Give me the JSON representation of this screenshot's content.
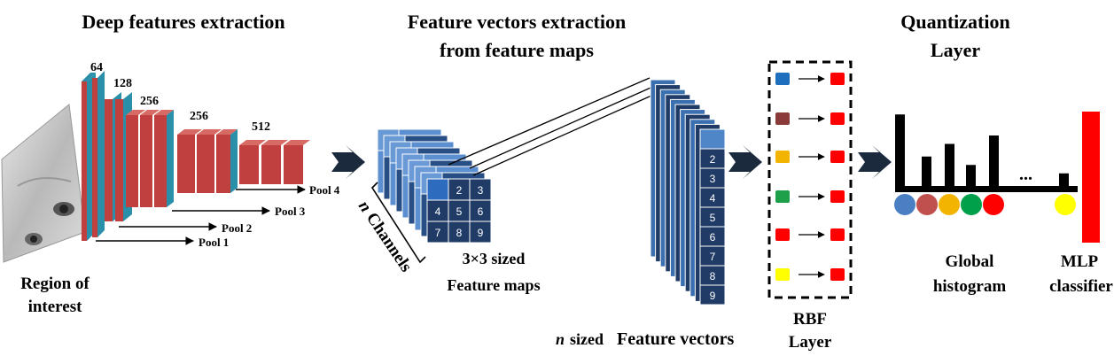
{
  "sections": {
    "deep": "Deep features extraction",
    "vectors_line1": "Feature vectors extraction",
    "vectors_line2": "from feature maps",
    "quant_line1": "Quantization",
    "quant_line2": "Layer"
  },
  "cnn": {
    "channels": [
      "64",
      "128",
      "256",
      "256",
      "512"
    ],
    "pools": [
      "Pool 1",
      "Pool 2",
      "Pool 3",
      "Pool 4"
    ],
    "roi_line1": "Region of",
    "roi_line2": "interest"
  },
  "maps": {
    "grid": [
      "",
      "2",
      "3",
      "4",
      "5",
      "6",
      "7",
      "8",
      "9"
    ],
    "n_label": "n",
    "channels_label": "Channels",
    "caption_line1": "3×3 sized",
    "caption_line2": "Feature maps"
  },
  "vectors": {
    "cells": [
      "2",
      "3",
      "4",
      "5",
      "6",
      "7",
      "8",
      "9"
    ],
    "caption_n": "n",
    "caption_sized": "sized",
    "caption_rest": "Feature vectors"
  },
  "rbf": {
    "input_colors": [
      "#1f6fbf",
      "#8b3a3a",
      "#f2b400",
      "#1ea04a",
      "#ff0000",
      "#ffff00"
    ],
    "output_color": "#ff0000",
    "label_line1": "RBF",
    "label_line2": "Layer"
  },
  "histogram": {
    "bars": [
      0.85,
      0.35,
      0.5,
      0.25,
      0.6,
      0.15
    ],
    "dot_colors": [
      "#4a7fc4",
      "#c0504d",
      "#f2b400",
      "#00a04a",
      "#ff0000",
      "#ffff00"
    ],
    "ellipsis": "...",
    "label_line1": "Global",
    "label_line2": "histogram"
  },
  "mlp": {
    "label_line1": "MLP",
    "label_line2": "classifier",
    "color": "#ff0000"
  }
}
